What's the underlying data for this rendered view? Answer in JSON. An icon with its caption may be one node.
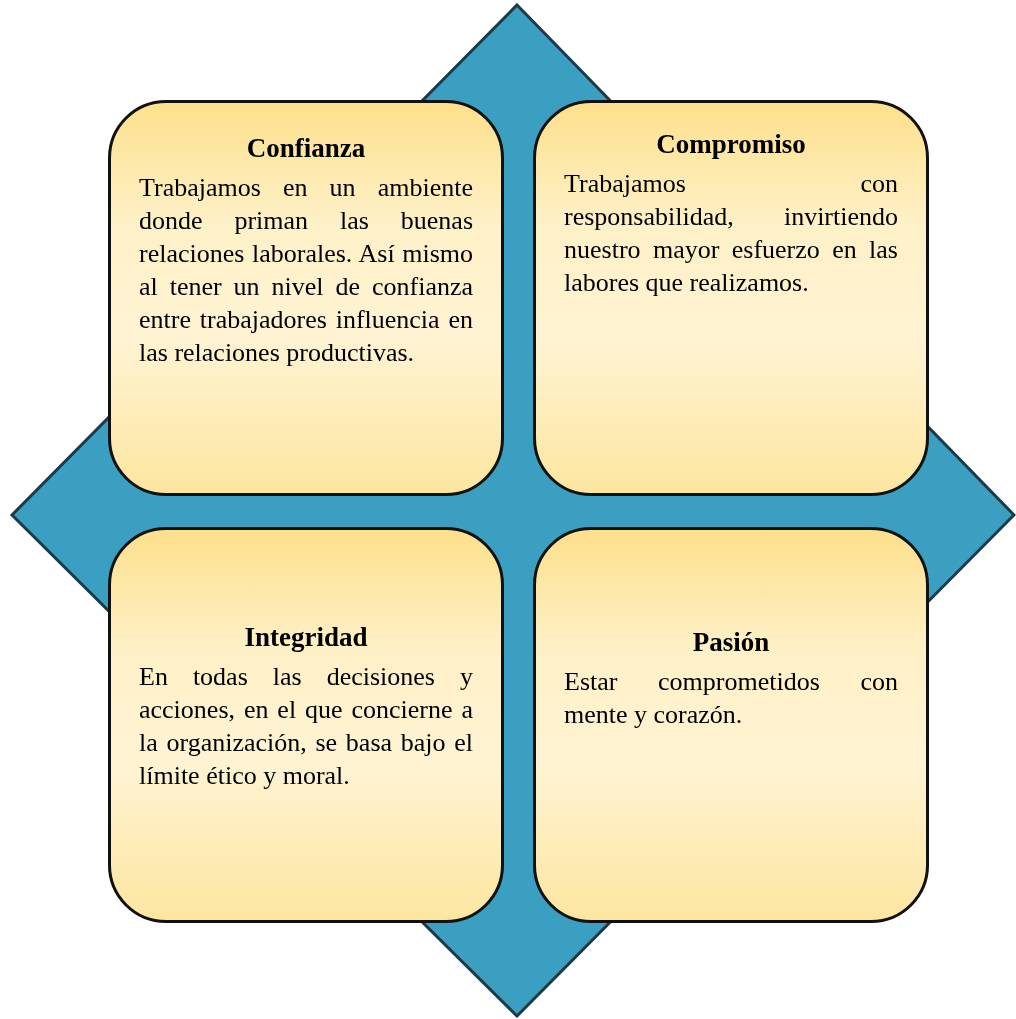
{
  "diagram": {
    "nodes": [
      {
        "text": [
          "Confianza",
          "Trabajamos en un ambiente donde priman las buenas relaciones laborales. Así mismo al tener un nivel de confianza entre trabajadores influencia en las relaciones productivas."
        ]
      },
      {
        "text": [
          "Compromiso",
          "Trabajamos con responsabilidad, invirtiendo nuestro mayor esfuerzo en las labores que realizamos."
        ]
      },
      {
        "text": [
          "Integridad",
          "En todas las decisiones y acciones, en el que concierne a la organización, se basa bajo el límite ético y moral."
        ]
      },
      {
        "text": [
          "Pasión",
          "Estar comprometidos con mente y corazón."
        ]
      }
    ],
    "edges": []
  }
}
